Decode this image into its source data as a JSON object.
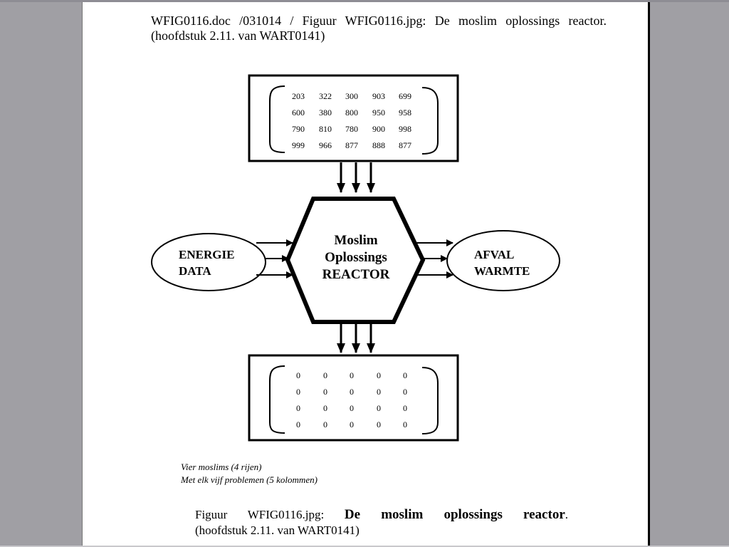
{
  "header": {
    "line1": "WFIG0116.doc /031014 / Figuur WFIG0116.jpg: De moslim oplossings reactor.",
    "line2": "(hoofdstuk 2.11. van WART0141)"
  },
  "input_matrix": {
    "rows": [
      [
        "203",
        "322",
        "300",
        "903",
        "699"
      ],
      [
        "600",
        "380",
        "800",
        "950",
        "958"
      ],
      [
        "790",
        "810",
        "780",
        "900",
        "998"
      ],
      [
        "999",
        "966",
        "877",
        "888",
        "877"
      ]
    ]
  },
  "output_matrix": {
    "rows": [
      [
        "0",
        "0",
        "0",
        "0",
        "0"
      ],
      [
        "0",
        "0",
        "0",
        "0",
        "0"
      ],
      [
        "0",
        "0",
        "0",
        "0",
        "0"
      ],
      [
        "0",
        "0",
        "0",
        "0",
        "0"
      ]
    ]
  },
  "reactor": {
    "line1": "Moslim",
    "line2": "Oplossings",
    "line3": "REACTOR"
  },
  "input_ellipse": {
    "line1": "ENERGIE",
    "line2": "DATA"
  },
  "output_ellipse": {
    "line1": "AFVAL",
    "line2": "WARMTE"
  },
  "notes": {
    "line1": "Vier moslims (4 rijen)",
    "line2": "Met elk vijf problemen (5 kolommen)"
  },
  "caption": {
    "prefix": "Figuur WFIG0116.jpg:",
    "title": "De moslim oplossings reactor",
    "suffix": ".",
    "line2": "(hoofdstuk 2.11. van WART0141)"
  },
  "colors": {
    "background": "#a09fa4",
    "page": "#ffffff",
    "ink": "#000000"
  }
}
